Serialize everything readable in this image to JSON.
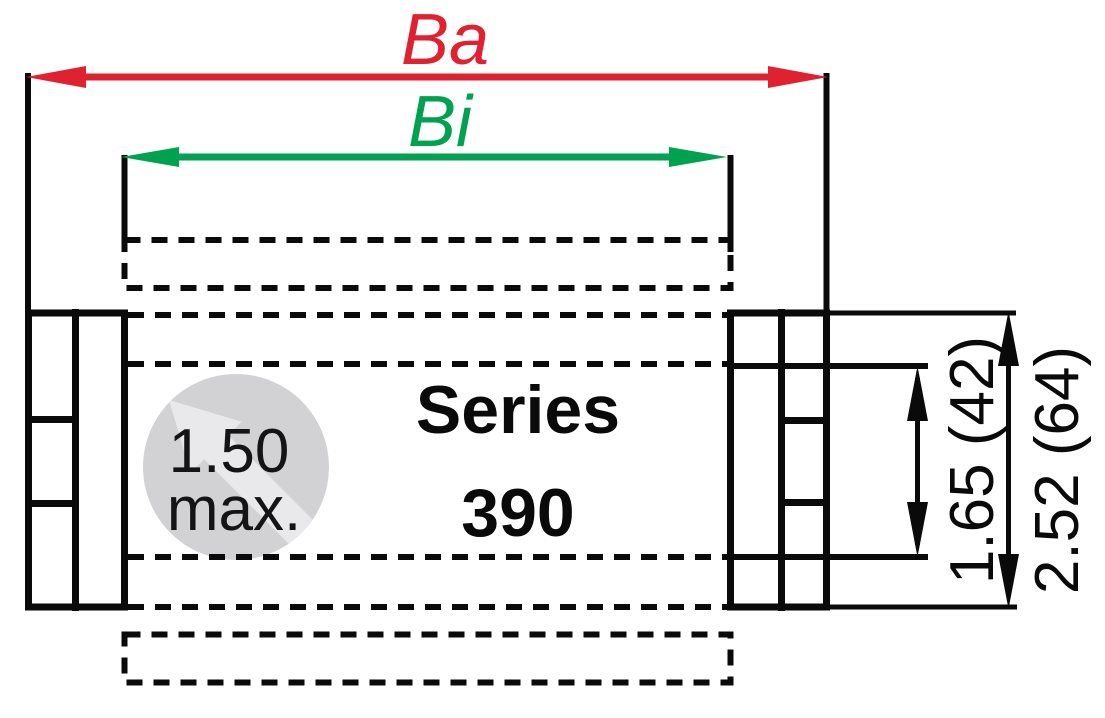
{
  "drawing": {
    "series_label_line1": "Series",
    "series_label_line2": "390",
    "outer_width_label": "Ba",
    "inner_width_label": "Bi",
    "bend_radius_note_line1": "1.50",
    "bend_radius_note_line2": "max.",
    "inner_height_label": "1.65 (42)",
    "outer_height_label": "2.52 (64)"
  },
  "colors": {
    "outer_width_accent": "#e02230",
    "inner_width_accent": "#00a14f",
    "line": "#0a0a0a",
    "watermark_circle": "#d2d2d4",
    "watermark_arrow": "#e9e9eb"
  }
}
